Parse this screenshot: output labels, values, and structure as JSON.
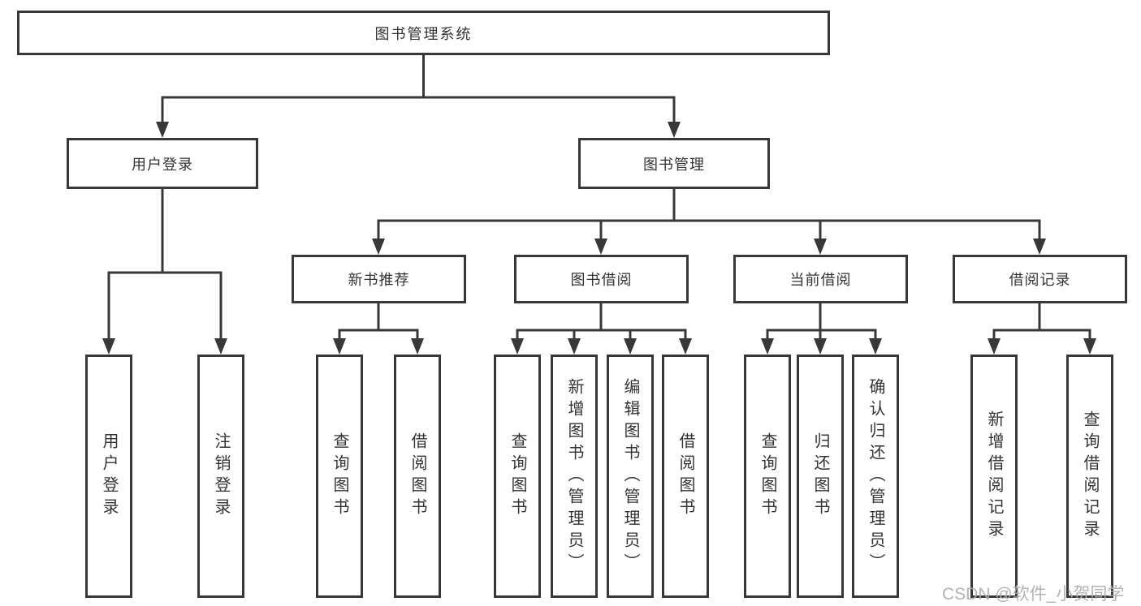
{
  "tree": {
    "label": "图书管理系统",
    "children": [
      {
        "label": "用户登录",
        "children": [
          {
            "label": "用户登录"
          },
          {
            "label": "注销登录"
          }
        ]
      },
      {
        "label": "图书管理",
        "children": [
          {
            "label": "新书推荐",
            "children": [
              {
                "label": "查询图书"
              },
              {
                "label": "借阅图书"
              }
            ]
          },
          {
            "label": "图书借阅",
            "children": [
              {
                "label": "查询图书"
              },
              {
                "label": "新增图书（管理员）"
              },
              {
                "label": "编辑图书（管理员）"
              },
              {
                "label": "借阅图书"
              }
            ]
          },
          {
            "label": "当前借阅",
            "children": [
              {
                "label": "查询图书"
              },
              {
                "label": "归还图书"
              },
              {
                "label": "确认归还（管理员）"
              }
            ]
          },
          {
            "label": "借阅记录",
            "children": [
              {
                "label": "新增借阅记录"
              },
              {
                "label": "查询借阅记录"
              }
            ]
          }
        ]
      }
    ]
  },
  "watermark": {
    "text": "CSDN @软件_小贺同学"
  },
  "colors": {
    "line": "#383838",
    "text": "#333333",
    "box_background": "#ffffff",
    "watermark": "#acacac",
    "background": "#ffffff"
  }
}
